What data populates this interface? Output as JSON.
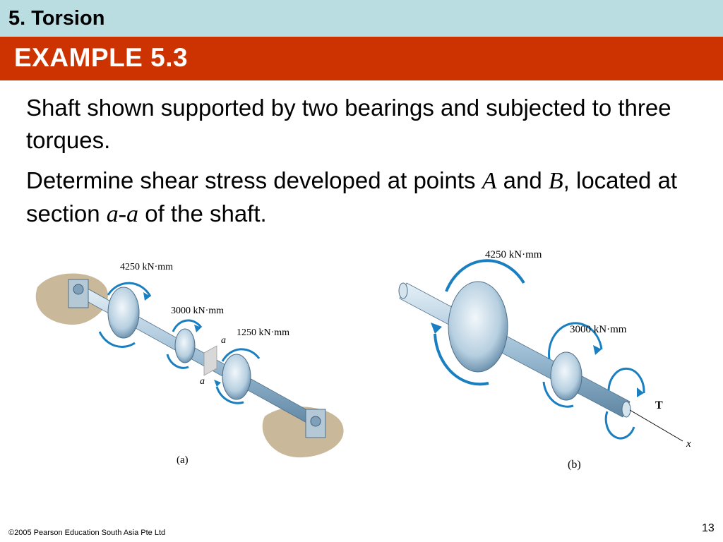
{
  "header": {
    "section_title": "5. Torsion"
  },
  "title": {
    "text": "EXAMPLE 5.3"
  },
  "body": {
    "p1": "Shaft shown supported by two bearings and subjected to three torques.",
    "p2_a": "Determine shear stress developed at points ",
    "p2_b": "A",
    "p2_c": " and ",
    "p2_d": "B",
    "p2_e": ", located at section ",
    "p2_f": "a-a",
    "p2_g": " of the shaft."
  },
  "figure_a": {
    "torque1": "4250 kN·mm",
    "torque2": "3000 kN·mm",
    "torque3": "1250 kN·mm",
    "section_label_top": "a",
    "section_label_bottom": "a",
    "caption": "(a)"
  },
  "figure_b": {
    "torque1": "4250 kN·mm",
    "torque2": "3000 kN·mm",
    "reaction_label": "T",
    "axis_label": "x",
    "caption": "(b)"
  },
  "footer": {
    "copyright": "©2005 Pearson Education South Asia Pte Ltd"
  },
  "page": {
    "number": "13"
  },
  "colors": {
    "header_bg": "#b9dde0",
    "title_bg": "#cc3300",
    "arrow_blue": "#1a7fc1",
    "shaft_blue": "#a9c8dc"
  }
}
